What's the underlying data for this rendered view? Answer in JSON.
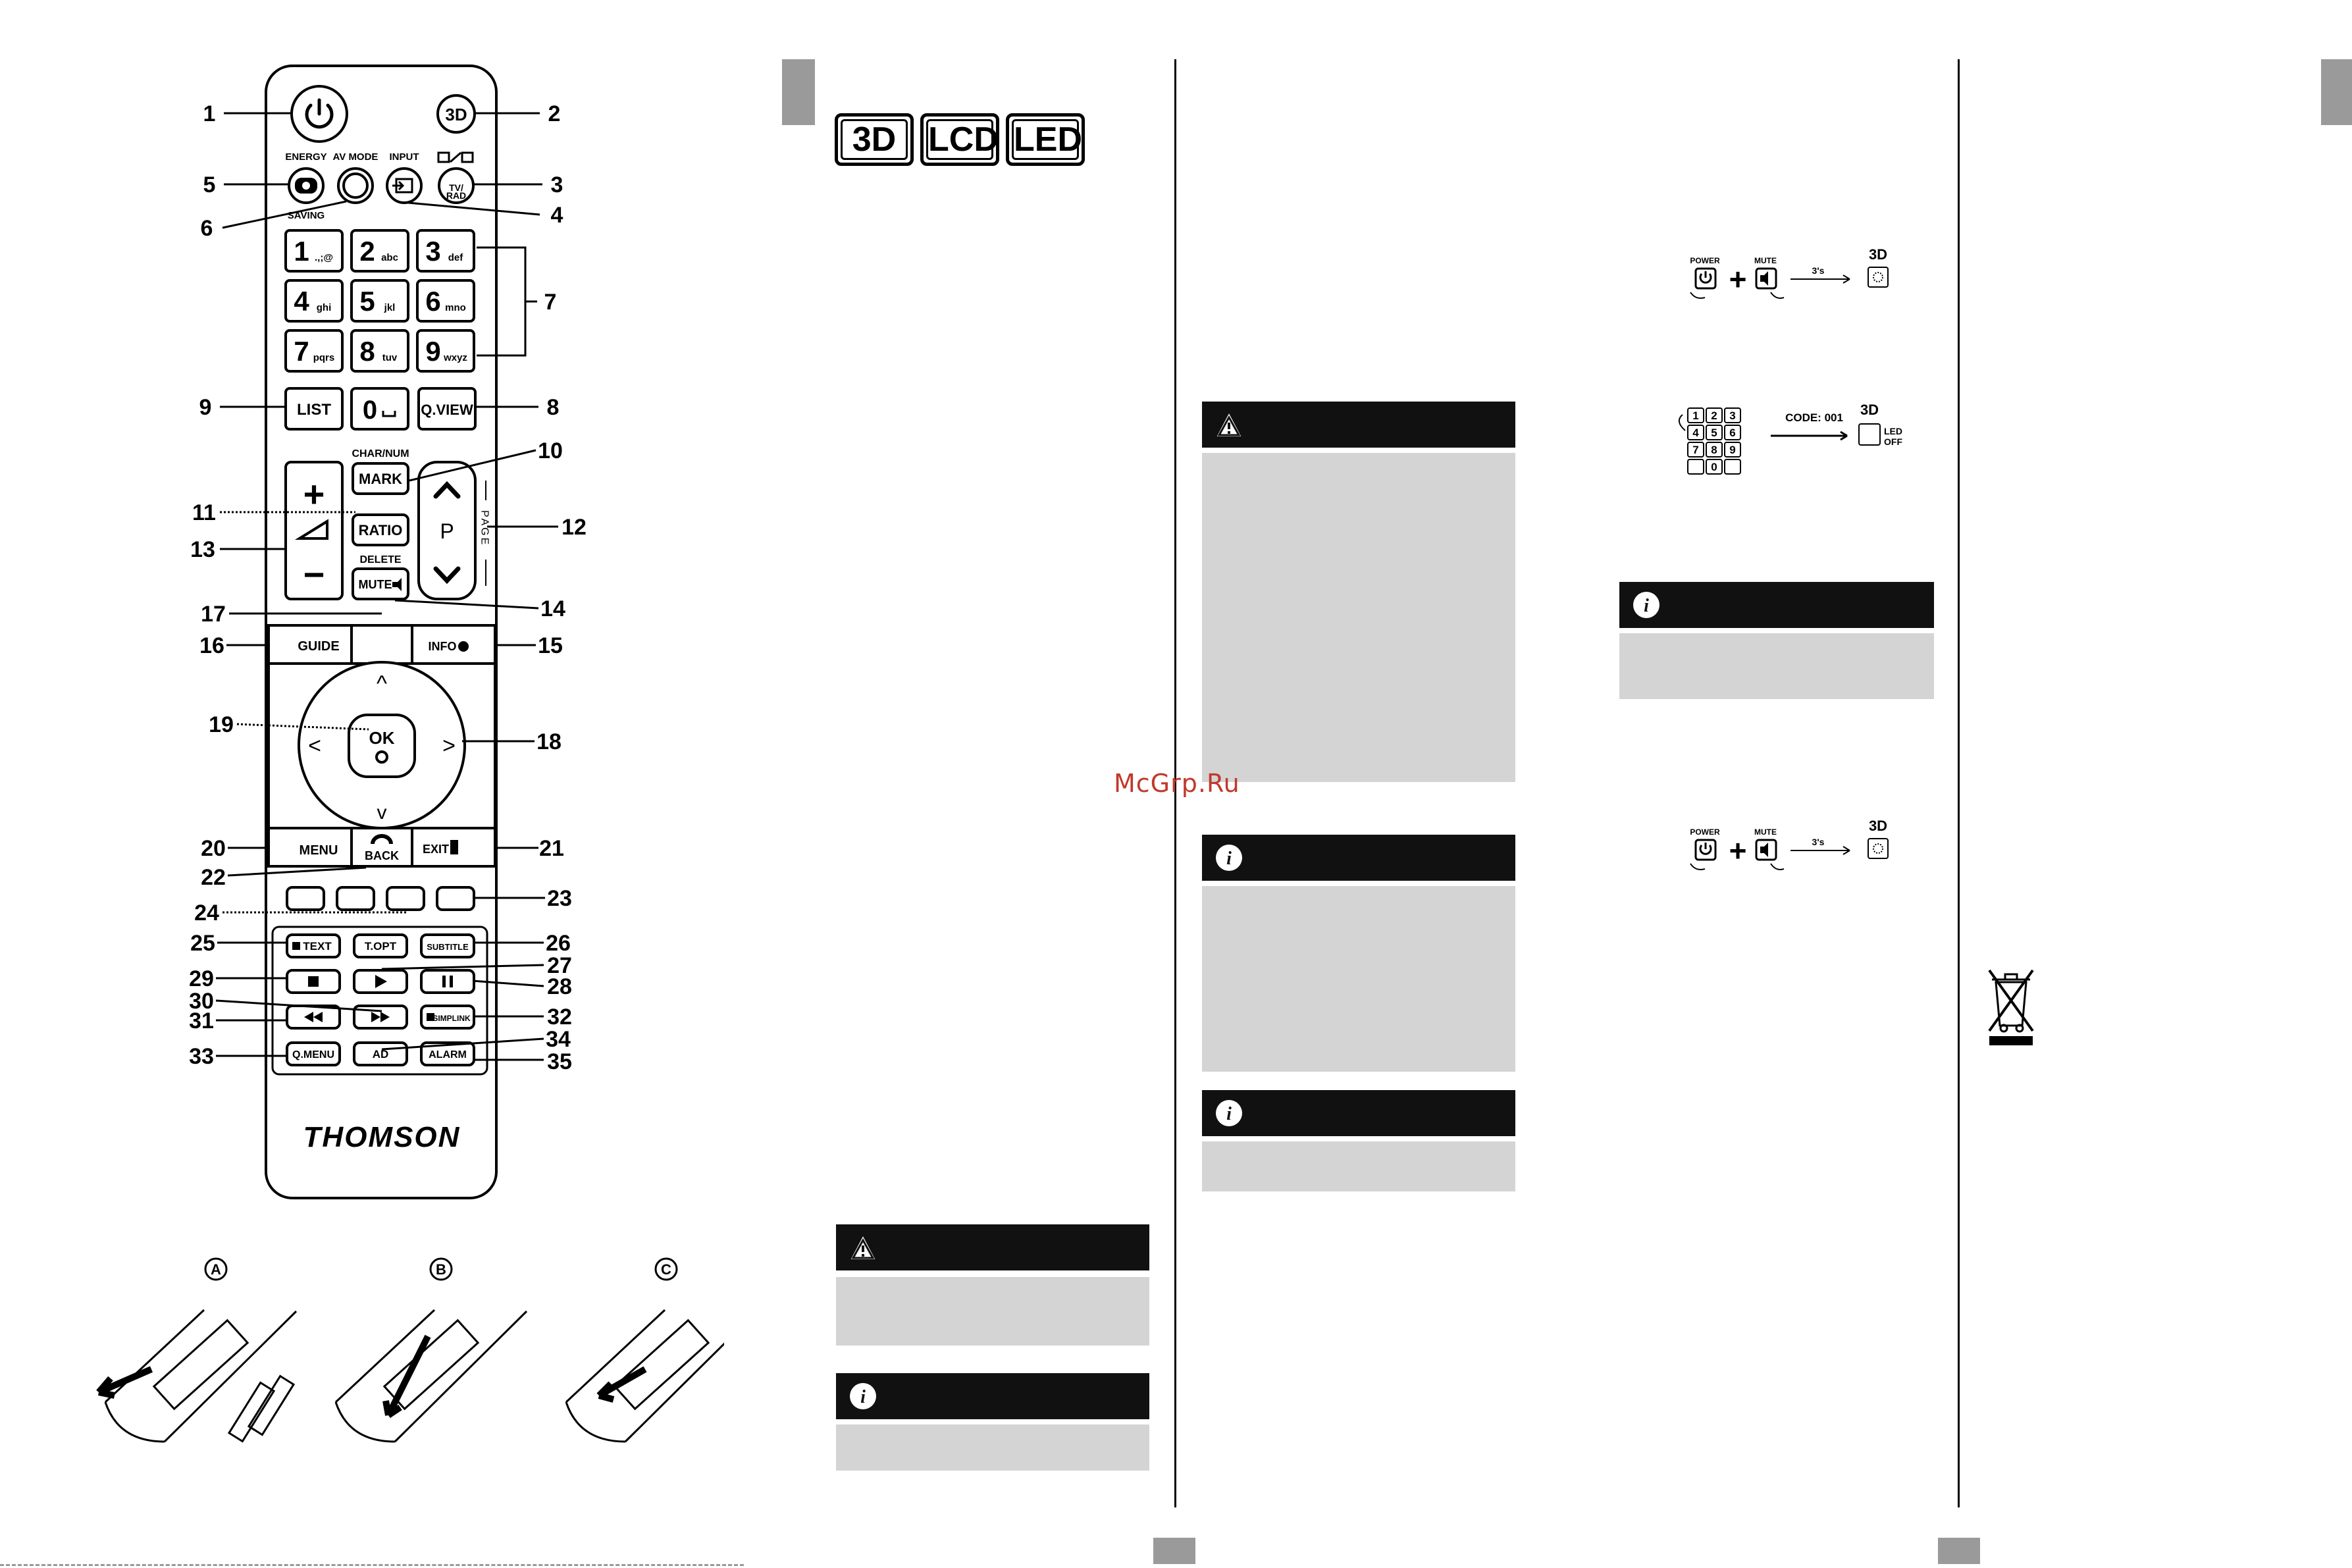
{
  "watermark": "McGrp.Ru",
  "brand": "THOMSON",
  "badges": [
    "3D",
    "LCD",
    "LED"
  ],
  "remote": {
    "top_labels": {
      "energy": "ENERGY",
      "saving": "SAVING",
      "av_mode": "AV MODE",
      "input": "INPUT",
      "tv_rad": "TV/RAD",
      "three_d": "3D"
    },
    "keys": [
      {
        "big": "1",
        "small": ".,;@"
      },
      {
        "big": "2",
        "small": "abc"
      },
      {
        "big": "3",
        "small": "def"
      },
      {
        "big": "4",
        "small": "ghi"
      },
      {
        "big": "5",
        "small": "jkl"
      },
      {
        "big": "6",
        "small": "mno"
      },
      {
        "big": "7",
        "small": "pqrs"
      },
      {
        "big": "8",
        "small": "tuv"
      },
      {
        "big": "9",
        "small": "wxyz"
      }
    ],
    "list": "LIST",
    "zero": "0",
    "qview": "Q.VIEW",
    "char_num": "CHAR/NUM",
    "mark": "MARK",
    "ratio": "RATIO",
    "delete": "DELETE",
    "mute": "MUTE",
    "p": "P",
    "page": "PAGE",
    "guide": "GUIDE",
    "info": "INFO",
    "ok": "OK",
    "menu": "MENU",
    "back": "BACK",
    "exit": "EXIT",
    "text": "TEXT",
    "topt": "T.OPT",
    "subtitle": "SUBTITLE",
    "simplink": "SIMPLINK",
    "qmenu": "Q.MENU",
    "ad": "AD",
    "alarm": "ALARM",
    "callouts": [
      "1",
      "2",
      "3",
      "4",
      "5",
      "6",
      "7",
      "8",
      "9",
      "10",
      "11",
      "12",
      "13",
      "14",
      "15",
      "16",
      "17",
      "18",
      "19",
      "20",
      "21",
      "22",
      "23",
      "24",
      "25",
      "26",
      "27",
      "28",
      "29",
      "30",
      "31",
      "32",
      "33",
      "34",
      "35"
    ]
  },
  "battery_steps": [
    "A",
    "B",
    "C"
  ],
  "diagrams": {
    "power": "POWER",
    "mute": "MUTE",
    "secs": "3's",
    "three_d": "3D",
    "code": "CODE: 001",
    "led_off": "LED OFF",
    "keypad": [
      "1",
      "2",
      "3",
      "4",
      "5",
      "6",
      "7",
      "8",
      "9",
      "0"
    ]
  }
}
